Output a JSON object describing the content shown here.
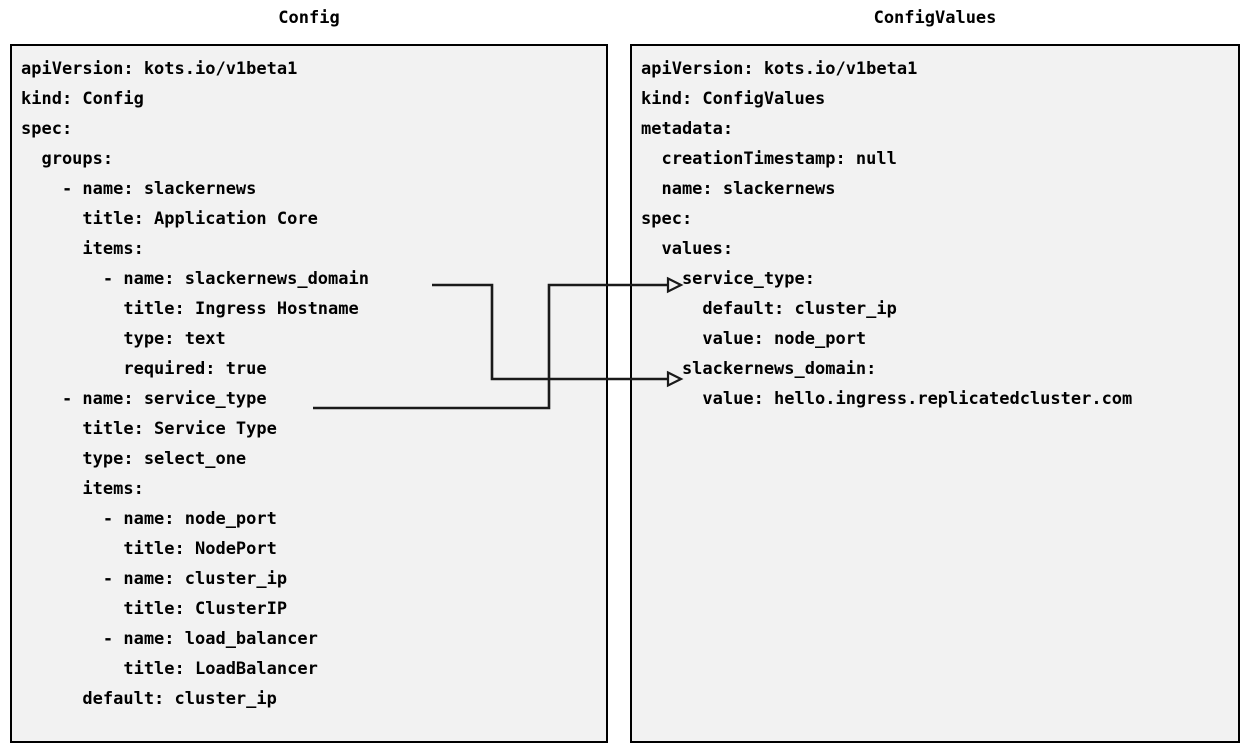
{
  "diagram": {
    "title_left": "Config",
    "title_right": "ConfigValues",
    "background_color": "#ffffff",
    "panel_fill_color": "#f2f2f2",
    "panel_border_color": "#000000",
    "connector_color": "#1a1a1a"
  },
  "panels": {
    "config": {
      "heading": "Config",
      "code": "apiVersion: kots.io/v1beta1\nkind: Config\nspec:\n  groups:\n    - name: slackernews\n      title: Application Core\n      items:\n        - name: slackernews_domain\n          title: Ingress Hostname\n          type: text\n          required: true\n    - name: service_type\n      title: Service Type\n      type: select_one\n      items:\n        - name: node_port\n          title: NodePort\n        - name: cluster_ip\n          title: ClusterIP\n        - name: load_balancer\n          title: LoadBalancer\n      default: cluster_ip",
      "lines": [
        "apiVersion: kots.io/v1beta1",
        "kind: Config",
        "spec:",
        "  groups:",
        "    - name: slackernews",
        "      title: Application Core",
        "      items:",
        "        - name: slackernews_domain",
        "          title: Ingress Hostname",
        "          type: text",
        "          required: true",
        "    - name: service_type",
        "      title: Service Type",
        "      type: select_one",
        "      items:",
        "        - name: node_port",
        "          title: NodePort",
        "        - name: cluster_ip",
        "          title: ClusterIP",
        "        - name: load_balancer",
        "          title: LoadBalancer",
        "      default: cluster_ip"
      ]
    },
    "configvalues": {
      "heading": "ConfigValues",
      "code": "apiVersion: kots.io/v1beta1\nkind: ConfigValues\nmetadata:\n  creationTimestamp: null\n  name: slackernews\nspec:\n  values:\n    service_type:\n      default: cluster_ip\n      value: node_port\n    slackernews_domain:\n      value: hello.ingress.replicatedcluster.com",
      "lines": [
        "apiVersion: kots.io/v1beta1",
        "kind: ConfigValues",
        "metadata:",
        "  creationTimestamp: null",
        "  name: slackernews",
        "spec:",
        "  values:",
        "    service_type:",
        "      default: cluster_ip",
        "      value: node_port",
        "    slackernews_domain:",
        "      value: hello.ingress.replicatedcluster.com"
      ]
    }
  },
  "connectors": [
    {
      "name": "slackernews-domain-link",
      "from_label": "slackernews_domain",
      "to_label": "slackernews_domain:",
      "arrow": "open-triangle"
    },
    {
      "name": "service-type-link",
      "from_label": "service_type",
      "to_label": "service_type:",
      "arrow": "open-triangle"
    }
  ]
}
